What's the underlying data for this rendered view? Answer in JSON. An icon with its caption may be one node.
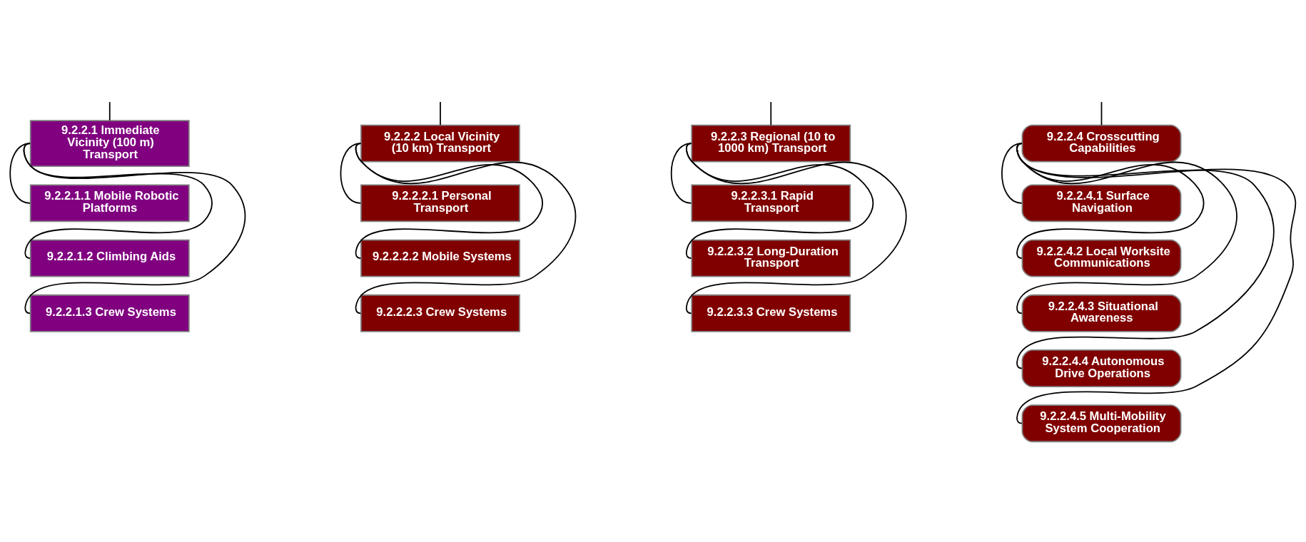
{
  "diagram": {
    "nodes": [
      {
        "text": [
          "9.2.2.1 Immediate Vicinity (100 m) Transport"
        ]
      },
      {
        "text": [
          "9.2.2.1.1 Mobile Robotic Platforms"
        ]
      },
      {
        "text": [
          "9.2.2.1.2 Climbing Aids"
        ]
      },
      {
        "text": [
          "9.2.2.1.3 Crew Systems"
        ]
      },
      {
        "text": [
          "9.2.2.2 Local Vicinity (10 km) Transport"
        ]
      },
      {
        "text": [
          "9.2.2.2.1 Personal Transport"
        ]
      },
      {
        "text": [
          "9.2.2.2.2 Mobile Systems"
        ]
      },
      {
        "text": [
          "9.2.2.2.3 Crew Systems"
        ]
      },
      {
        "text": [
          "9.2.2.3 Regional (10 to 1000 km) Transport"
        ]
      },
      {
        "text": [
          "9.2.2.3.1 Rapid Transport"
        ]
      },
      {
        "text": [
          "9.2.2.3.2 Long-Duration Transport"
        ]
      },
      {
        "text": [
          "9.2.2.3.3 Crew Systems"
        ]
      },
      {
        "text": [
          "9.2.2.4 Crosscutting Capabilities"
        ]
      },
      {
        "text": [
          "9.2.2.4.1 Surface Navigation"
        ]
      },
      {
        "text": [
          "9.2.2.4.2 Local Worksite Communications"
        ]
      },
      {
        "text": [
          "9.2.2.4.3 Situational Awareness"
        ]
      },
      {
        "text": [
          "9.2.2.4.4 Autonomous Drive Operations"
        ]
      },
      {
        "text": [
          "9.2.2.4.5 Multi-Mobility System Cooperation"
        ]
      }
    ],
    "edges": [
      {
        "from": null,
        "to": 0,
        "arrow": "none"
      },
      {
        "from": null,
        "to": 4,
        "arrow": "none"
      },
      {
        "from": null,
        "to": 8,
        "arrow": "none"
      },
      {
        "from": null,
        "to": 12,
        "arrow": "none"
      },
      {
        "from": 0,
        "to": 1,
        "arrow": "none"
      },
      {
        "from": 0,
        "to": 2,
        "arrow": "none"
      },
      {
        "from": 0,
        "to": 3,
        "arrow": "none"
      },
      {
        "from": 4,
        "to": 5,
        "arrow": "none"
      },
      {
        "from": 4,
        "to": 6,
        "arrow": "none"
      },
      {
        "from": 4,
        "to": 7,
        "arrow": "none"
      },
      {
        "from": 8,
        "to": 9,
        "arrow": "none"
      },
      {
        "from": 8,
        "to": 10,
        "arrow": "none"
      },
      {
        "from": 8,
        "to": 11,
        "arrow": "none"
      },
      {
        "from": 12,
        "to": 13,
        "arrow": "none"
      },
      {
        "from": 12,
        "to": 14,
        "arrow": "none"
      },
      {
        "from": 12,
        "to": 15,
        "arrow": "none"
      },
      {
        "from": 12,
        "to": 16,
        "arrow": "none"
      },
      {
        "from": 12,
        "to": 17,
        "arrow": "none"
      }
    ]
  }
}
